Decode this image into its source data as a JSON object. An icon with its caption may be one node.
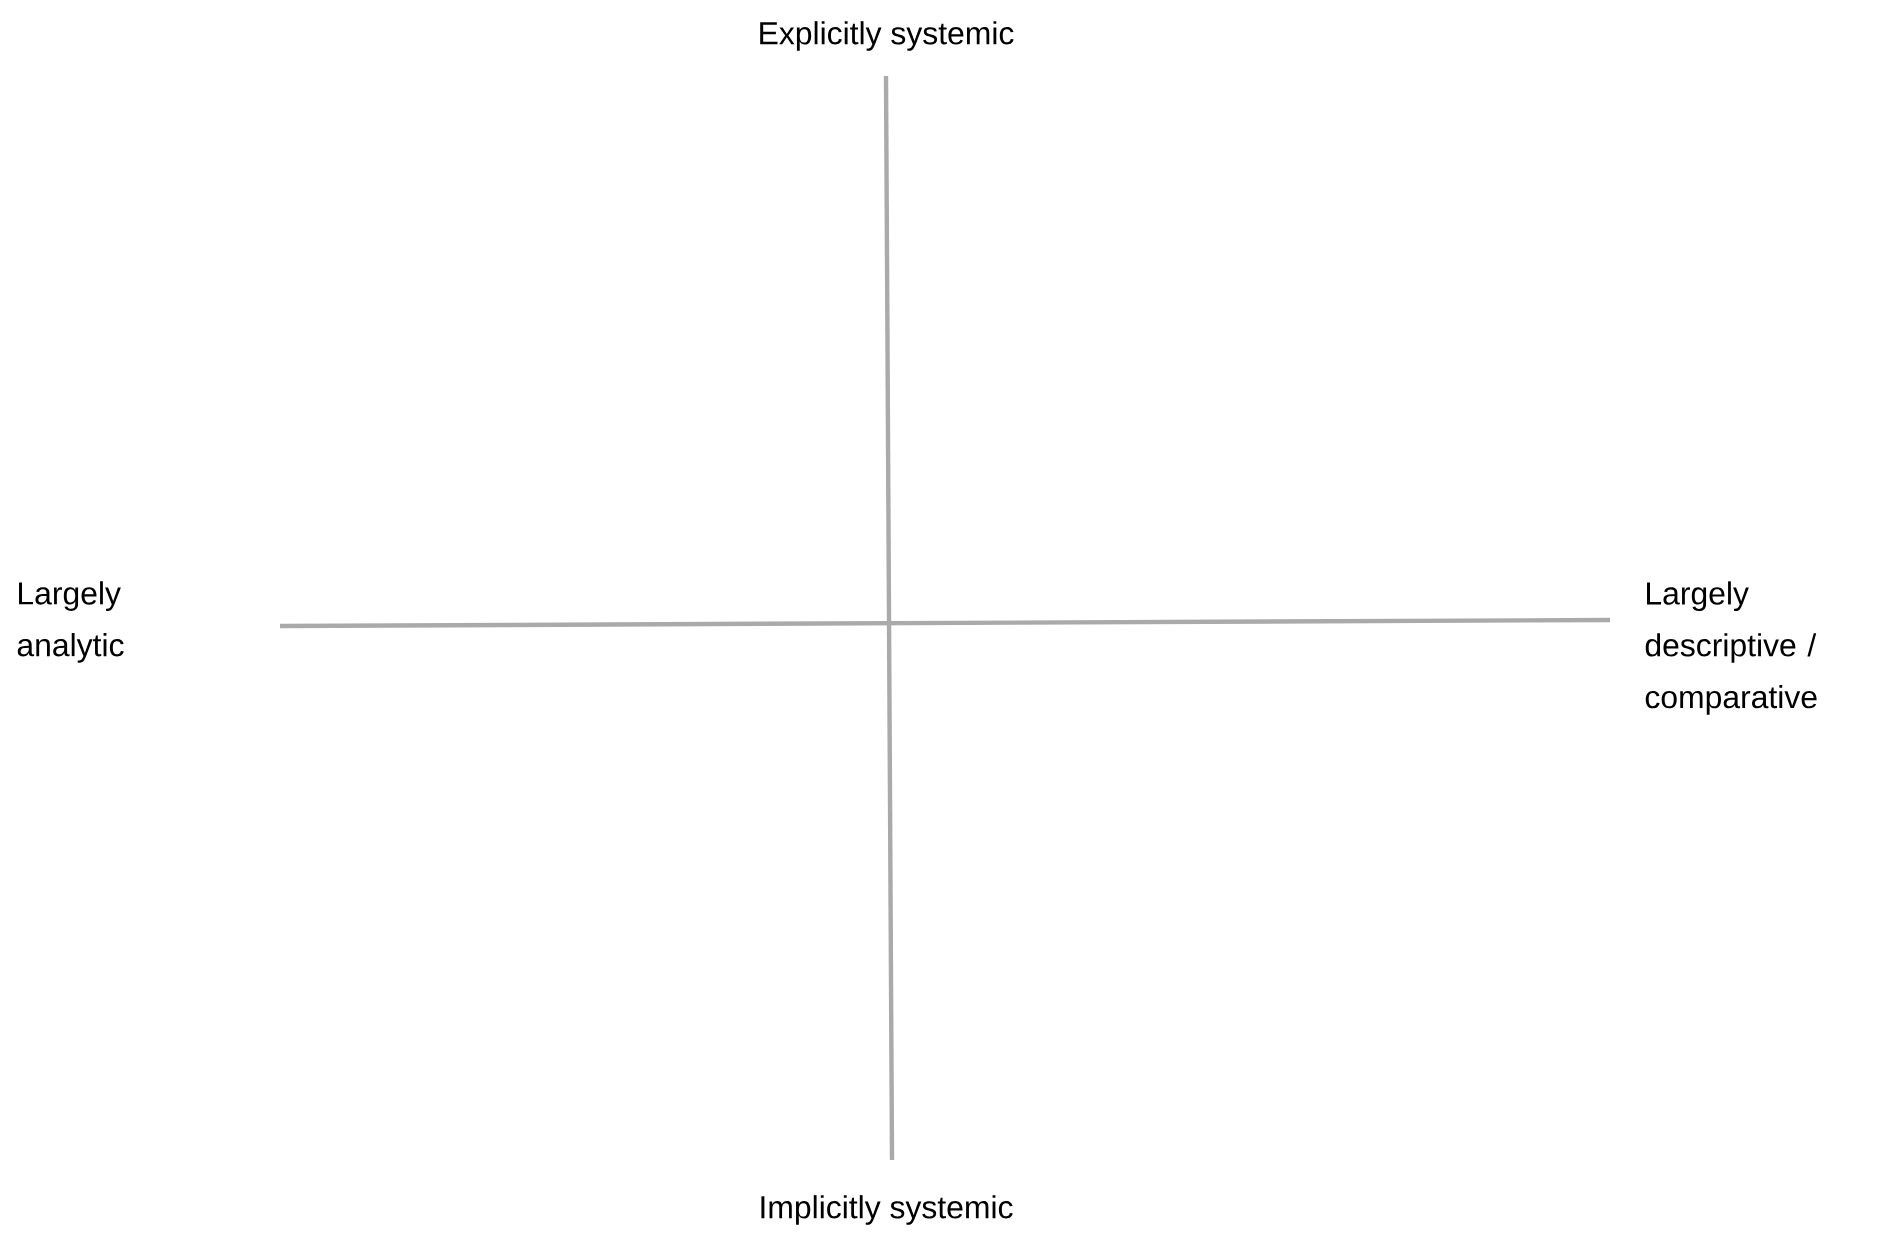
{
  "diagram": {
    "labels": [
      "Explicitly systemic",
      "Largely analytic",
      "Largely descriptive / comparative",
      "Implicitly systemic"
    ]
  }
}
